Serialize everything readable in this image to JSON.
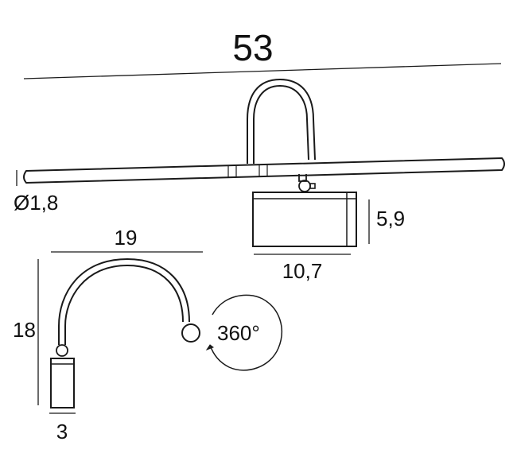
{
  "dimensions": {
    "total_width": "53",
    "tube_diameter": "Ø1,8",
    "head_height": "5,9",
    "head_width": "10,7",
    "arm_width": "19",
    "arm_height": "18",
    "base_width": "3",
    "rotation": "360°"
  },
  "colors": {
    "stroke": "#1a1a1a",
    "background": "#ffffff"
  }
}
